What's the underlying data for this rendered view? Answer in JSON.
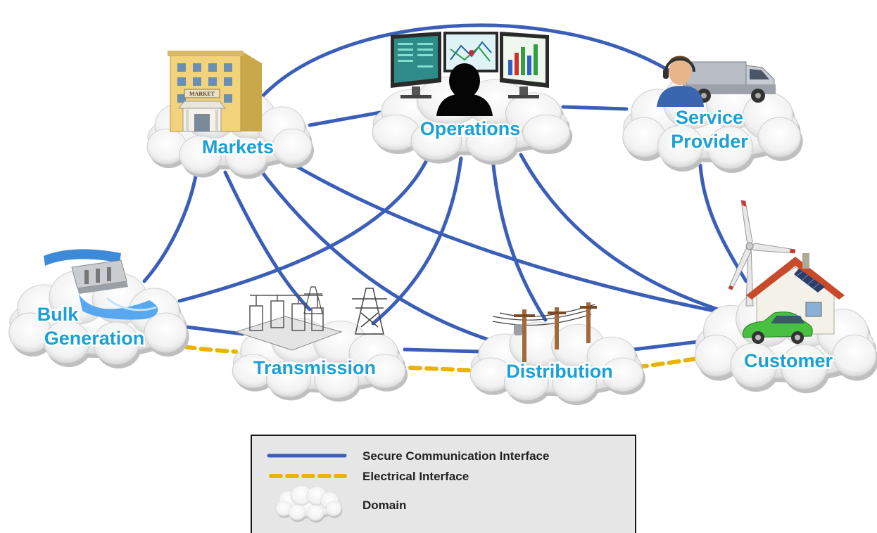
{
  "domains": {
    "markets": "Markets",
    "operations": "Operations",
    "service_provider": [
      "Service",
      "Provider"
    ],
    "bulk_generation": [
      "Bulk",
      "Generation"
    ],
    "transmission": "Transmission",
    "distribution": "Distribution",
    "customer": "Customer"
  },
  "building_sign": "MARKET",
  "legend": {
    "communication": "Secure Communication Interface",
    "electrical": "Electrical Interface",
    "domain": "Domain"
  },
  "colors": {
    "communication_line": "#3b5fb8",
    "electrical_line": "#e8b400",
    "label": "#1aa0d6",
    "legend_bg": "#e6e6e6"
  }
}
